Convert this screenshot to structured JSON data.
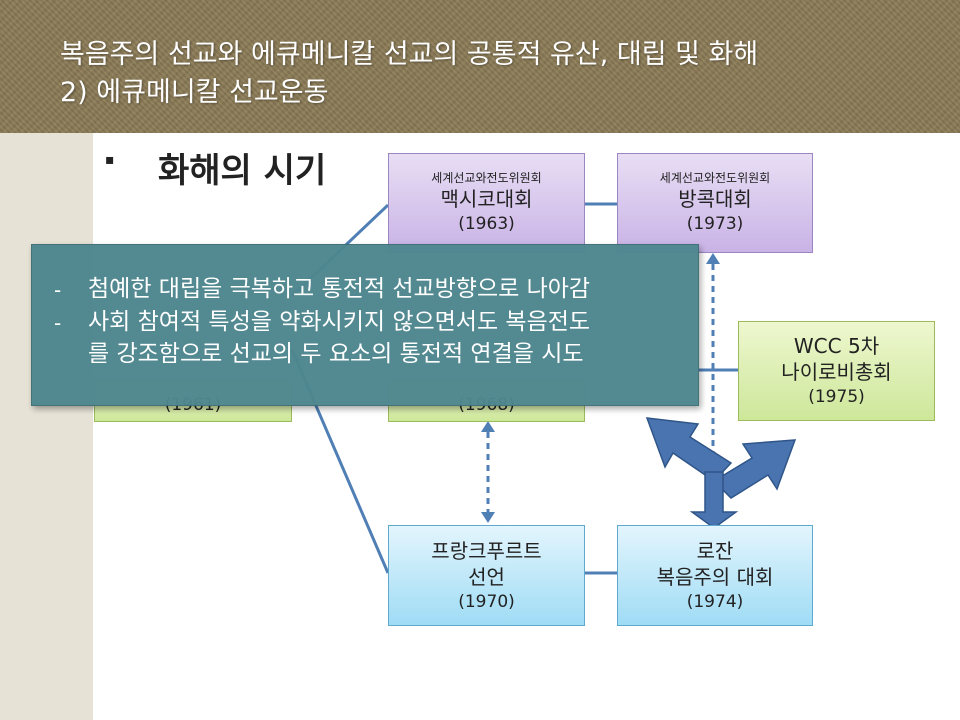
{
  "title": {
    "line1": "복음주의 선교와 에큐메니칼 선교의 공통적 유산, 대립 및 화해",
    "line2": "2) 에큐메니칼 선교운동"
  },
  "section": {
    "bullet": "▪",
    "heading": "화해의 시기"
  },
  "boxes": {
    "mexico": {
      "org": "세계선교와전도위원회",
      "name": "맥시코대회",
      "year": "(1963)"
    },
    "bangkok": {
      "org": "세계선교와전도위원회",
      "name": "방콕대회",
      "year": "(1973)"
    },
    "left_partial": {
      "year": "(1961)"
    },
    "mid_partial": {
      "year": "(1968)"
    },
    "nairobi": {
      "name1": "WCC 5차",
      "name2": "나이로비총회",
      "year": "(1975)"
    },
    "frankfurt": {
      "name1": "프랑크푸르트",
      "name2": "선언",
      "year": "(1970)"
    },
    "lausanne": {
      "name1": "로잔",
      "name2": "복음주의 대회",
      "year": "(1974)"
    }
  },
  "overlay": {
    "dash": "-",
    "item1": "첨예한 대립을 극복하고 통전적 선교방향으로 나아감",
    "item2_line1": "사회 참여적 특성을 약화시키지 않으면서도 복음전도",
    "item2_line2": "를 강조함으로 선교의 두 요소의 통전적 연결을 시도"
  },
  "colors": {
    "header": "#8a7a55",
    "overlay": "#4e878f",
    "connector": "#4f7fb5",
    "arrow": "#4a74b0"
  }
}
